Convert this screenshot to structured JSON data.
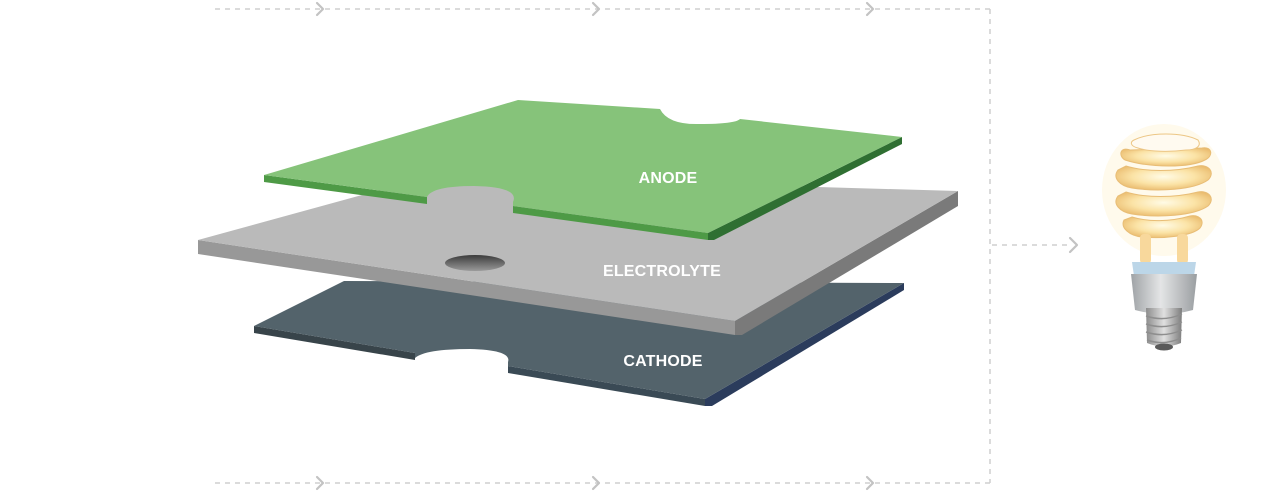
{
  "layers": {
    "anode": {
      "label": "ANODE",
      "color": "#86c37a"
    },
    "electrolyte": {
      "label": "ELECTROLYTE",
      "color": "#b9b9b9"
    },
    "cathode": {
      "label": "CATHODE",
      "color": "#53636b"
    }
  },
  "colors": {
    "flow_arrow": "#c8c8c8",
    "bulb_glow": "#fff3c9",
    "bulb_base": "#c7c9cb"
  },
  "icons": {
    "flow": "chevron-right-icon",
    "load": "light-bulb-icon"
  }
}
